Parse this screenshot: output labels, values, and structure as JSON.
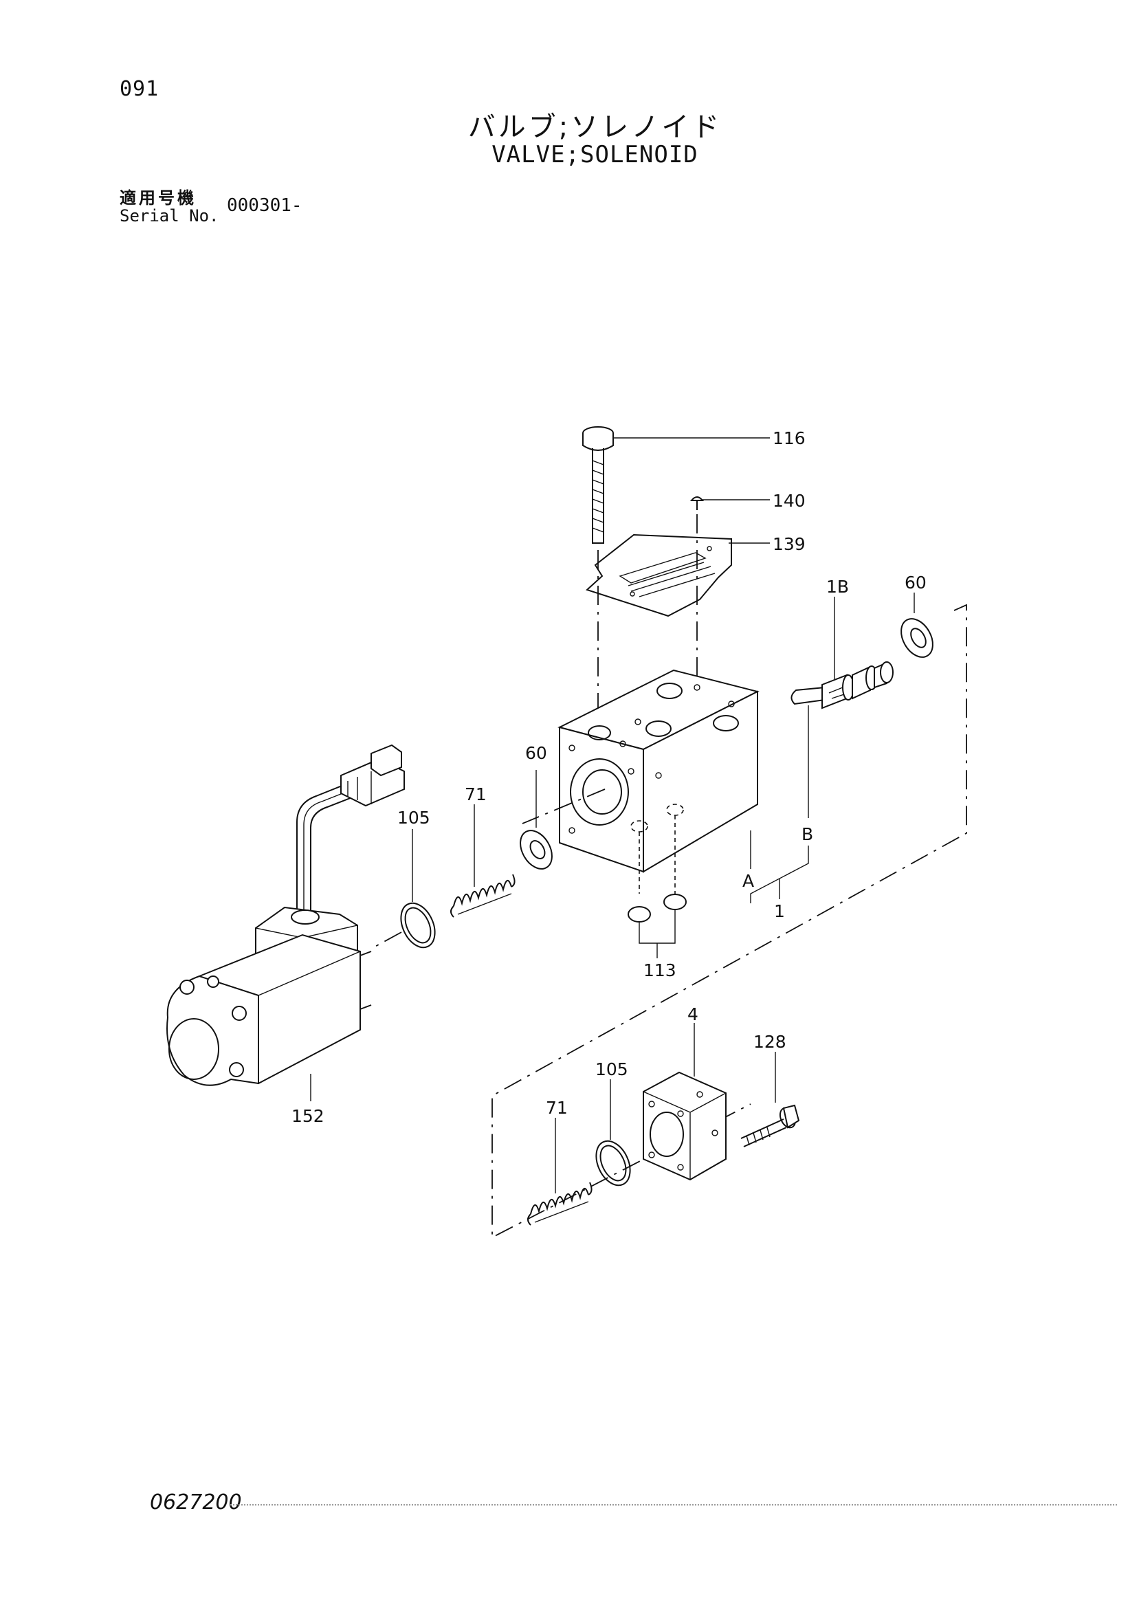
{
  "page": {
    "number": "091",
    "title_jp": "バルブ;ソレノイド",
    "title_en": "VALVE;SOLENOID",
    "serial_label_jp": "適用号機",
    "serial_label_en": "Serial No.",
    "serial_value": "000301-",
    "doc_code": "0627200"
  },
  "diagram": {
    "callouts": {
      "c116": "116",
      "c140": "140",
      "c139": "139",
      "c60_right": "60",
      "c1B": "1B",
      "c60_left": "60",
      "c71_top": "71",
      "c105_top": "105",
      "cB": "B",
      "cA": "A",
      "c1": "1",
      "c113": "113",
      "c152": "152",
      "c4": "4",
      "c128": "128",
      "c105_bottom": "105",
      "c71_bottom": "71"
    }
  }
}
